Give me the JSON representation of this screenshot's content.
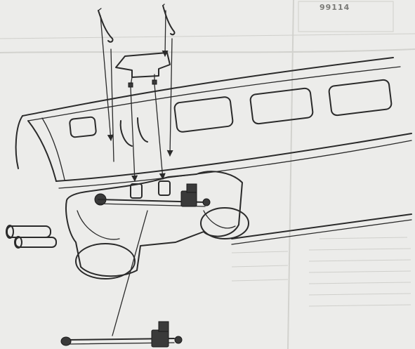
{
  "sheet": {
    "part_number": "99114",
    "background": "#ececea",
    "ink": "#2a2a2a"
  },
  "icons": {
    "paper": "paper-sheet",
    "vehicle": "railcar-body",
    "bogie": "bogie",
    "pickups": "pantograph-pickup",
    "shoe": "current-collector-shoe",
    "arrows": "assembly-arrow"
  }
}
